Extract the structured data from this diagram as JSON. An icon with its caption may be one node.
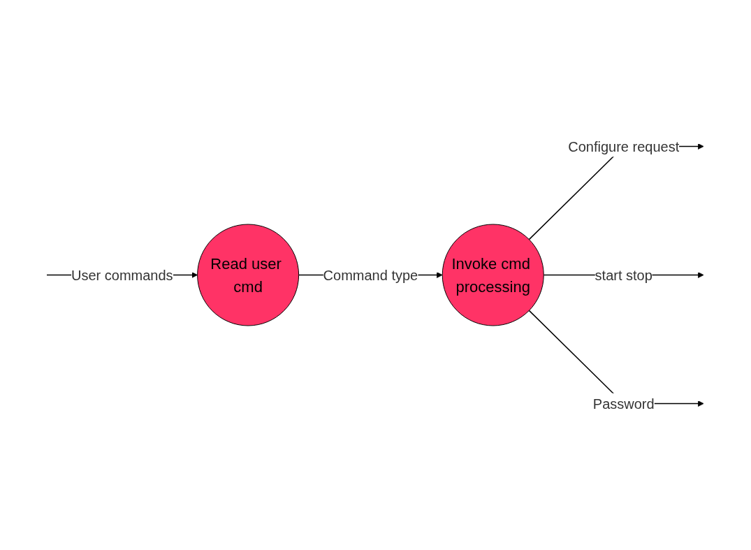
{
  "diagram": {
    "nodes": [
      {
        "text": [
          "Read user cmd"
        ]
      },
      {
        "text": [
          "Invoke cmd processing"
        ]
      }
    ],
    "edges": [
      {
        "from": null,
        "to": 0,
        "arrow": "to",
        "label": "User commands"
      },
      {
        "from": 0,
        "to": 1,
        "arrow": "to",
        "label": "Command type"
      },
      {
        "from": 1,
        "to": null,
        "arrow": "to",
        "label": "Configure request"
      },
      {
        "from": 1,
        "to": null,
        "arrow": "to",
        "label": "start stop"
      },
      {
        "from": 1,
        "to": null,
        "arrow": "to",
        "label": "Password"
      }
    ]
  }
}
